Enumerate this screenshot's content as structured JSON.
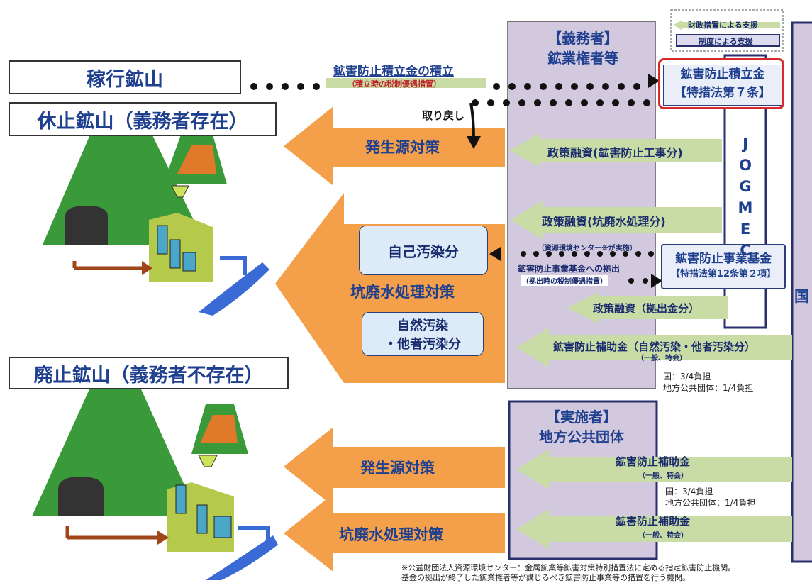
{
  "legend": {
    "fiscal_support": "財政措置による支援",
    "system_support": "制度による支援"
  },
  "left": {
    "active_mine": "稼行鉱山",
    "suspended_mine": "休止鉱山（義務者存在）",
    "abandoned_mine": "廃止鉱山（義務者不存在）"
  },
  "top": {
    "reserve_title": "鉱害防止積立金の積立",
    "reserve_sub": "（積立時の税制優遇措置）",
    "withdraw": "取り戻し"
  },
  "orange": {
    "source1": "発生源対策",
    "wastewater1": "坑廃水処理対策",
    "self_pollution": "自己汚染分",
    "natural_pollution_l1": "自然汚染",
    "natural_pollution_l2": "・他者汚染分",
    "source2": "発生源対策",
    "wastewater2": "坑廃水処理対策"
  },
  "obligor": {
    "title_l1": "【義務者】",
    "title_l2": "鉱業権者等"
  },
  "implementer": {
    "title_l1": "【実施者】",
    "title_l2": "地方公共団体"
  },
  "reserve_fund": {
    "l1": "鉱害防止積立金",
    "l2": "【特措法第７条】"
  },
  "business_fund": {
    "l1": "鉱害防止事業基金",
    "l2": "【特措法第12条第２項】"
  },
  "jogmec": [
    "J",
    "O",
    "G",
    "M",
    "E",
    "C"
  ],
  "country": "国",
  "green_arrows": {
    "policy_works": "政策融資(鉱害防止工事分)",
    "policy_water": "政策融資(坑廃水処理分)",
    "center_note": "（資源環境センター※が実施）",
    "contribution": "鉱害防止事業基金への拠出",
    "contribution_sub": "（拠出時の税制優遇措置）",
    "policy_contrib": "政策融資（拠出金分）",
    "subsidy_natural": "鉱害防止補助金（自然汚染・他者汚染分）",
    "subsidy_natural_sub": "（一般、特会）",
    "subsidy1": "鉱害防止補助金",
    "subsidy1_sub": "（一般、特会）",
    "subsidy2": "鉱害防止補助金",
    "subsidy2_sub": "（一般、特会）"
  },
  "burden": {
    "country": "国：3/4負担",
    "local": "地方公共団体：1/4負担"
  },
  "burden2": {
    "country": "国：3/4負担",
    "local": "地方公共団体：1/4負担"
  },
  "footnote": {
    "l1": "※公益財団法人資源環境センター：金属鉱業等鉱害対策特別措置法に定める指定鉱害防止機関。",
    "l2": "基金の拠出が終了した鉱業権者等が講じるべき鉱害防止事業等の措置を行う機関。"
  },
  "colors": {
    "orange": "#f4a04a",
    "green": "#c9dca6",
    "navy": "#1f3f8f",
    "purple": "#d3c9de",
    "mountain": "#3a9a3a"
  }
}
